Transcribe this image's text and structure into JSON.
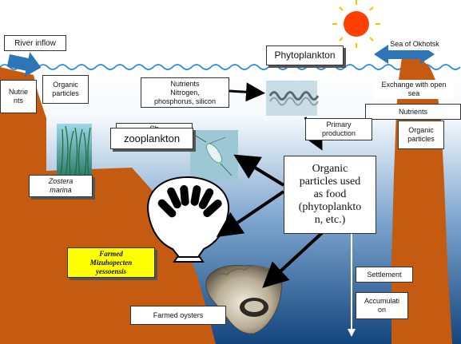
{
  "labels": {
    "river_inflow": "River inflow",
    "organic_particles_left": "Organic\nparticles",
    "nutrients_left": "Nutrie\nnts",
    "nutrients_center": "Nutrients\nNitrogen,\nphosphorus, silicon",
    "phytoplankton": "Phytoplankton",
    "sea_of_okhotsk": "Sea of Okhotsk",
    "exchange": "Exchange with open\nsea",
    "nutrients_right": "Nutrients",
    "organic_particles_right": "Organic\nparticles",
    "primary_production": "Primary\nproduction",
    "zooplankton": "zooplankton",
    "zooplankton_behind": "Ch",
    "zostera": "Zostera\nmarina",
    "organic_food": "Organic\nparticles used\nas food\n(phytoplankto\nn, etc.)",
    "farmed_scallop": "Farmed\nMizuhopecten\nyessoensis",
    "farmed_oysters": "Farmed oysters",
    "settlement": "Settlement",
    "accumulation": "Accumulati\non"
  },
  "colors": {
    "land": "#c55a11",
    "sea": "#1f5f9f",
    "arrow_blue": "#2e75b6",
    "sun": "#ff4000",
    "scallop_label_bg": "#ffff00"
  },
  "icons": {
    "sun": "sun-icon",
    "river_arrow": "river-inflow-arrow-icon",
    "exchange_arrow": "exchange-arrow-icon",
    "phytoplankton_image": "phytoplankton-image",
    "zooplankton_image": "zooplankton-image",
    "seagrass_image": "seagrass-image",
    "scallop": "scallop-icon",
    "oyster": "oyster-image"
  }
}
